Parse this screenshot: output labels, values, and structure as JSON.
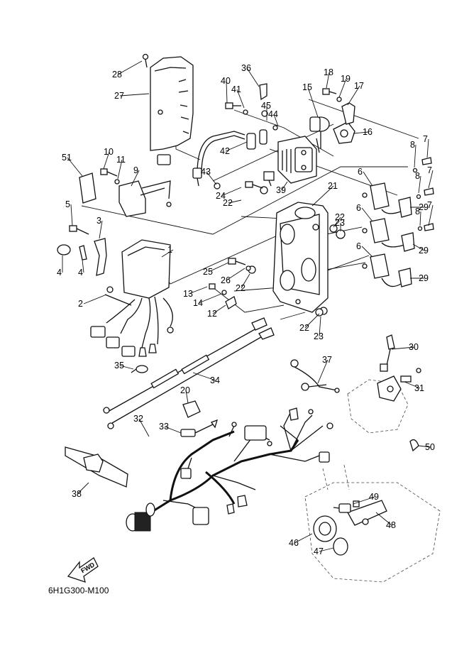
{
  "diagram": {
    "code": "6H1G300-M100",
    "fwd_label": "FWD",
    "callouts": [
      "1",
      "2",
      "3",
      "4",
      "4",
      "5",
      "6",
      "6",
      "6",
      "7",
      "7",
      "7",
      "8",
      "8",
      "8",
      "9",
      "10",
      "11",
      "12",
      "13",
      "14",
      "15",
      "16",
      "17",
      "18",
      "19",
      "20",
      "21",
      "22",
      "22",
      "22",
      "22",
      "23",
      "23",
      "24",
      "25",
      "26",
      "27",
      "28",
      "29",
      "29",
      "29",
      "30",
      "31",
      "32",
      "33",
      "34",
      "35",
      "36",
      "37",
      "38",
      "39",
      "40",
      "41",
      "42",
      "43",
      "44",
      "45",
      "46",
      "47",
      "48",
      "49",
      "50",
      "51"
    ]
  }
}
